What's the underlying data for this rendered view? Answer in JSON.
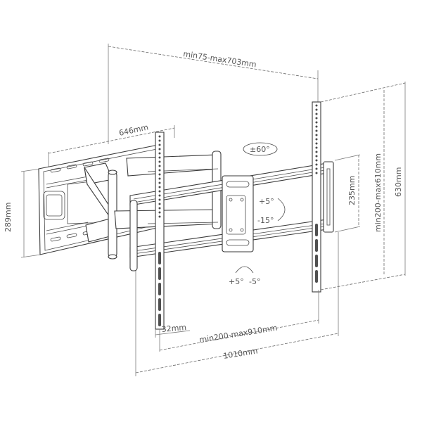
{
  "diagram": {
    "subject": "Full-motion TV wall mount bracket",
    "stroke_color": "#3a3a3a",
    "dimension_color": "#6a6a6a",
    "background": "#ffffff",
    "dimensions": {
      "wall_to_plate_extension": "min75-max703mm",
      "arm_length": "646mm",
      "wall_plate_height": "289mm",
      "adapter_height": "235mm",
      "vesa_vertical": "min200-max610mm",
      "overall_height": "630mm",
      "profile_depth": "32mm",
      "vesa_horizontal": "min200-max910mm",
      "overall_width": "1010mm"
    },
    "rotations": {
      "swivel": "±60°",
      "tilt_up": "+5°",
      "tilt_down": "-15°",
      "level_plus": "+5°",
      "level_minus": "-5°"
    }
  }
}
